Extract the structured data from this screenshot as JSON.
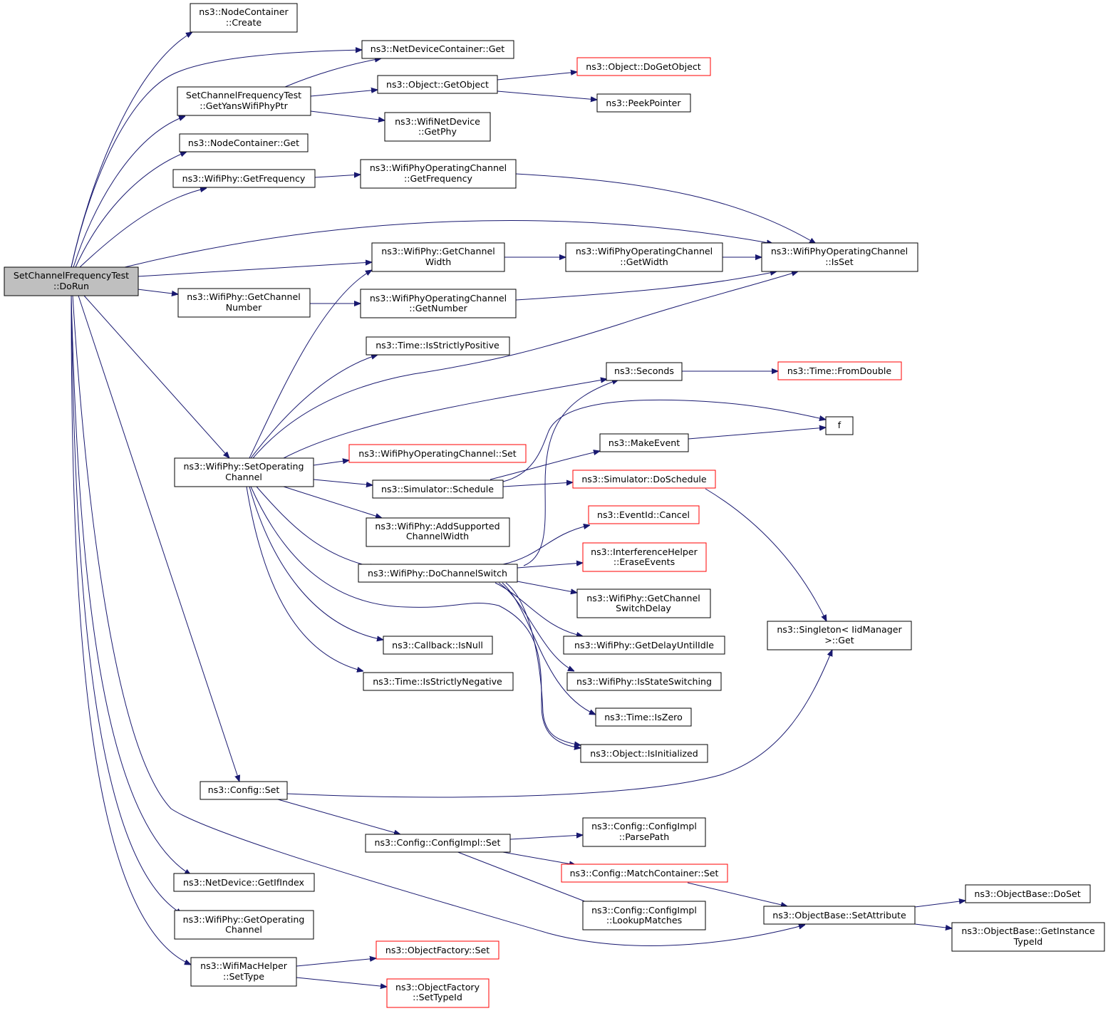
{
  "colors": {
    "edge": "#191970",
    "node_border": "#000000",
    "node_border_external": "#ff0000",
    "root_fill": "#bfbfbf",
    "node_fill": "#ffffff"
  },
  "nodes": {
    "root": [
      "SetChannelFrequencyTest",
      "::DoRun"
    ],
    "n1": [
      "ns3::NodeContainer",
      "::Create"
    ],
    "n2": [
      "ns3::NetDeviceContainer::Get"
    ],
    "n3": [
      "SetChannelFrequencyTest",
      "::GetYansWifiPhyPtr"
    ],
    "n4": [
      "ns3::Object::GetObject"
    ],
    "n5": [
      "ns3::Object::DoGetObject"
    ],
    "n6": [
      "ns3::PeekPointer"
    ],
    "n7": [
      "ns3::WifiNetDevice",
      "::GetPhy"
    ],
    "n8": [
      "ns3::NodeContainer::Get"
    ],
    "n9": [
      "ns3::WifiPhy::GetFrequency"
    ],
    "n10": [
      "ns3::WifiPhyOperatingChannel",
      "::GetFrequency"
    ],
    "n11": [
      "ns3::WifiPhyOperatingChannel",
      "::IsSet"
    ],
    "n12": [
      "ns3::WifiPhy::GetChannel",
      "Width"
    ],
    "n13": [
      "ns3::WifiPhyOperatingChannel",
      "::GetWidth"
    ],
    "n14": [
      "ns3::WifiPhy::GetChannel",
      "Number"
    ],
    "n15": [
      "ns3::WifiPhyOperatingChannel",
      "::GetNumber"
    ],
    "n16": [
      "ns3::Time::IsStrictlyPositive"
    ],
    "n17": [
      "ns3::Seconds"
    ],
    "n18": [
      "ns3::Time::FromDouble"
    ],
    "n19": [
      "f"
    ],
    "n20": [
      "ns3::MakeEvent"
    ],
    "n21": [
      "ns3::WifiPhyOperatingChannel::Set"
    ],
    "n22": [
      "ns3::WifiPhy::SetOperating",
      "Channel"
    ],
    "n23": [
      "ns3::Simulator::Schedule"
    ],
    "n24": [
      "ns3::Simulator::DoSchedule"
    ],
    "n25": [
      "ns3::WifiPhy::AddSupported",
      "ChannelWidth"
    ],
    "n26": [
      "ns3::EventId::Cancel"
    ],
    "n27": [
      "ns3::InterferenceHelper",
      "::EraseEvents"
    ],
    "n28": [
      "ns3::WifiPhy::DoChannelSwitch"
    ],
    "n29": [
      "ns3::WifiPhy::GetChannel",
      "SwitchDelay"
    ],
    "n30": [
      "ns3::Singleton< IidManager",
      " >::Get"
    ],
    "n31": [
      "ns3::Callback::IsNull"
    ],
    "n32": [
      "ns3::WifiPhy::GetDelayUntilIdle"
    ],
    "n33": [
      "ns3::Time::IsStrictlyNegative"
    ],
    "n34": [
      "ns3::WifiPhy::IsStateSwitching"
    ],
    "n35": [
      "ns3::Time::IsZero"
    ],
    "n36": [
      "ns3::Object::IsInitialized"
    ],
    "n37": [
      "ns3::Config::Set"
    ],
    "n38": [
      "ns3::Config::ConfigImpl",
      "::ParsePath"
    ],
    "n39": [
      "ns3::Config::ConfigImpl::Set"
    ],
    "n40": [
      "ns3::Config::MatchContainer::Set"
    ],
    "n41": [
      "ns3::NetDevice::GetIfIndex"
    ],
    "n42": [
      "ns3::ObjectBase::DoSet"
    ],
    "n43": [
      "ns3::ObjectBase::SetAttribute"
    ],
    "n44": [
      "ns3::WifiPhy::GetOperating",
      "Channel"
    ],
    "n45": [
      "ns3::Config::ConfigImpl",
      "::LookupMatches"
    ],
    "n46": [
      "ns3::ObjectBase::GetInstance",
      "TypeId"
    ],
    "n47": [
      "ns3::ObjectFactory::Set"
    ],
    "n48": [
      "ns3::WifiMacHelper",
      "::SetType"
    ],
    "n49": [
      "ns3::ObjectFactory",
      "::SetTypeId"
    ]
  }
}
